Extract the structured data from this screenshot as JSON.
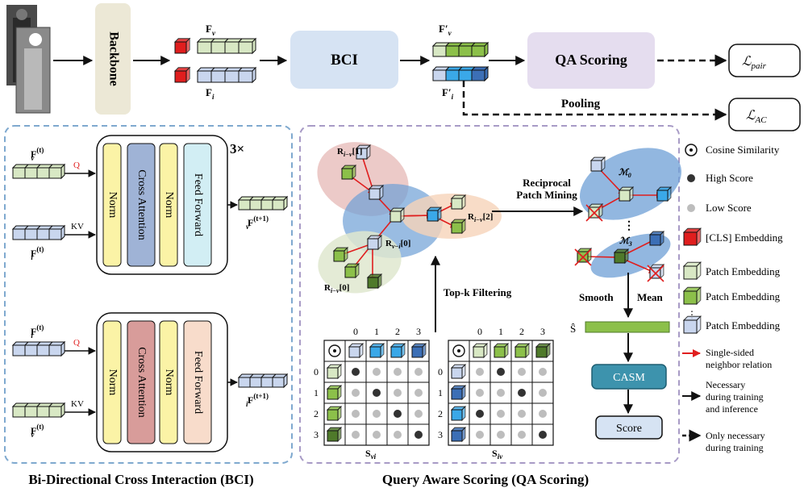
{
  "top": {
    "backbone": "Backbone",
    "bci": "BCI",
    "qa_scoring": "QA Scoring",
    "fv": "F",
    "fv_sub": "v",
    "fi": "F",
    "fi_sub": "i",
    "fv_prime": "F′",
    "fi_prime": "F′",
    "pooling": "Pooling",
    "loss_pair": "ℒ",
    "loss_pair_sub": "pair",
    "loss_ac": "ℒ",
    "loss_ac_sub": "AC"
  },
  "bci_panel": {
    "caption": "Bi-Directional Cross Interaction (BCI)",
    "repeat": "3×",
    "norm": "Norm",
    "cross_attention": "Cross Attention",
    "feed_forward": "Feed Forward",
    "q": "Q",
    "kv": "KV",
    "f": "F",
    "sub_v": "v",
    "sub_i": "i",
    "sup_t": "(t)",
    "sup_t1": "(t+1)"
  },
  "qa_panel": {
    "caption": "Query Aware Scoring (QA Scoring)",
    "r_iv_1": "R",
    "r_iv_1_sub": "i−v",
    "r_iv_1_idx": "[1]",
    "r_iv_2_idx": "[2]",
    "r_vi_0_sub": "v−i",
    "r_vi_0_idx": "[0]",
    "r_iv_0_idx": "[0]",
    "reciprocal": "Reciprocal",
    "patch_mining": "Patch Mining",
    "topk": "Top-k Filtering",
    "m0": "ℳ",
    "m0_sub": "0",
    "m3": "ℳ",
    "m3_sub": "3",
    "smooth": "Smooth",
    "mean": "Mean",
    "s_hat": "Ŝ",
    "casm": "CASM",
    "score": "Score",
    "col_labels": [
      "0",
      "1",
      "2",
      "3"
    ],
    "row_labels": [
      "0",
      "1",
      "2",
      "3"
    ],
    "s_vi": "S",
    "s_vi_sub": "vi",
    "s_iv": "S",
    "s_iv_sub": "iv",
    "matrix_vi": [
      [
        1,
        0,
        0,
        0
      ],
      [
        0,
        1,
        0,
        0
      ],
      [
        0,
        0,
        1,
        0
      ],
      [
        0,
        0,
        0,
        1
      ]
    ],
    "matrix_iv": [
      [
        0,
        1,
        0,
        0
      ],
      [
        0,
        0,
        1,
        0
      ],
      [
        1,
        0,
        0,
        0
      ],
      [
        0,
        0,
        0,
        1
      ]
    ],
    "dots": "⋮"
  },
  "legend": {
    "cosine": "Cosine Similarity",
    "high": "High Score",
    "low": "Low Score",
    "cls": "[CLS] Embedding",
    "patch": "Patch Embedding",
    "single_sided_1": "Single-sided",
    "single_sided_2": "neighbor relation",
    "nec_1": "Necessary",
    "nec_2": "during training",
    "nec_3": "and inference",
    "only_1": "Only necessary",
    "only_2": "during training",
    "dots": "⋮"
  },
  "colors": {
    "green_light": "#d8e8c4",
    "green_mid": "#8cc04a",
    "green_dark": "#4f7a2a",
    "blue_light": "#c9d6ee",
    "blue_mid": "#3aa8e8",
    "blue_dark": "#3c6fb6",
    "red": "#e01e1e",
    "norm_yellow": "#fbf3a6",
    "ca_blue": "#9fb3d6",
    "ca_red": "#d89c9a",
    "ff_cyan": "#d2eef4",
    "ff_peach": "#f8dccb",
    "backbone_bg": "#ece8d6",
    "bci_bg": "#d6e3f3",
    "qa_bg": "#e5ddef",
    "casm": "#3d93ad"
  }
}
